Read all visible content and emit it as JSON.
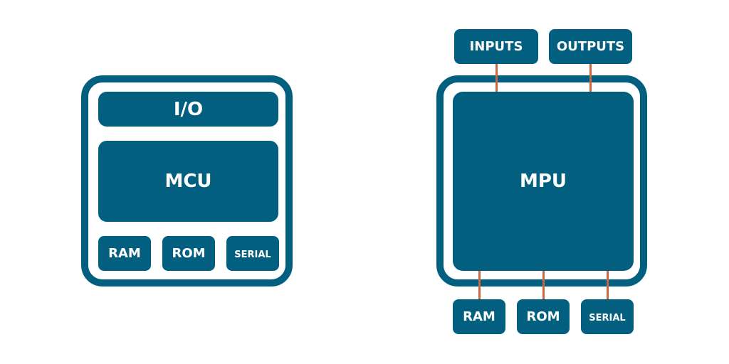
{
  "colors": {
    "block": "#035f80",
    "wire": "#c8663f",
    "background": "#ffffff"
  },
  "mcu_diagram": {
    "io": "I/O",
    "core": "MCU",
    "ram": "RAM",
    "rom": "ROM",
    "serial": "SERIAL"
  },
  "mpu_diagram": {
    "inputs": "INPUTS",
    "outputs": "OUTPUTS",
    "core": "MPU",
    "ram": "RAM",
    "rom": "ROM",
    "serial": "SERIAL"
  }
}
